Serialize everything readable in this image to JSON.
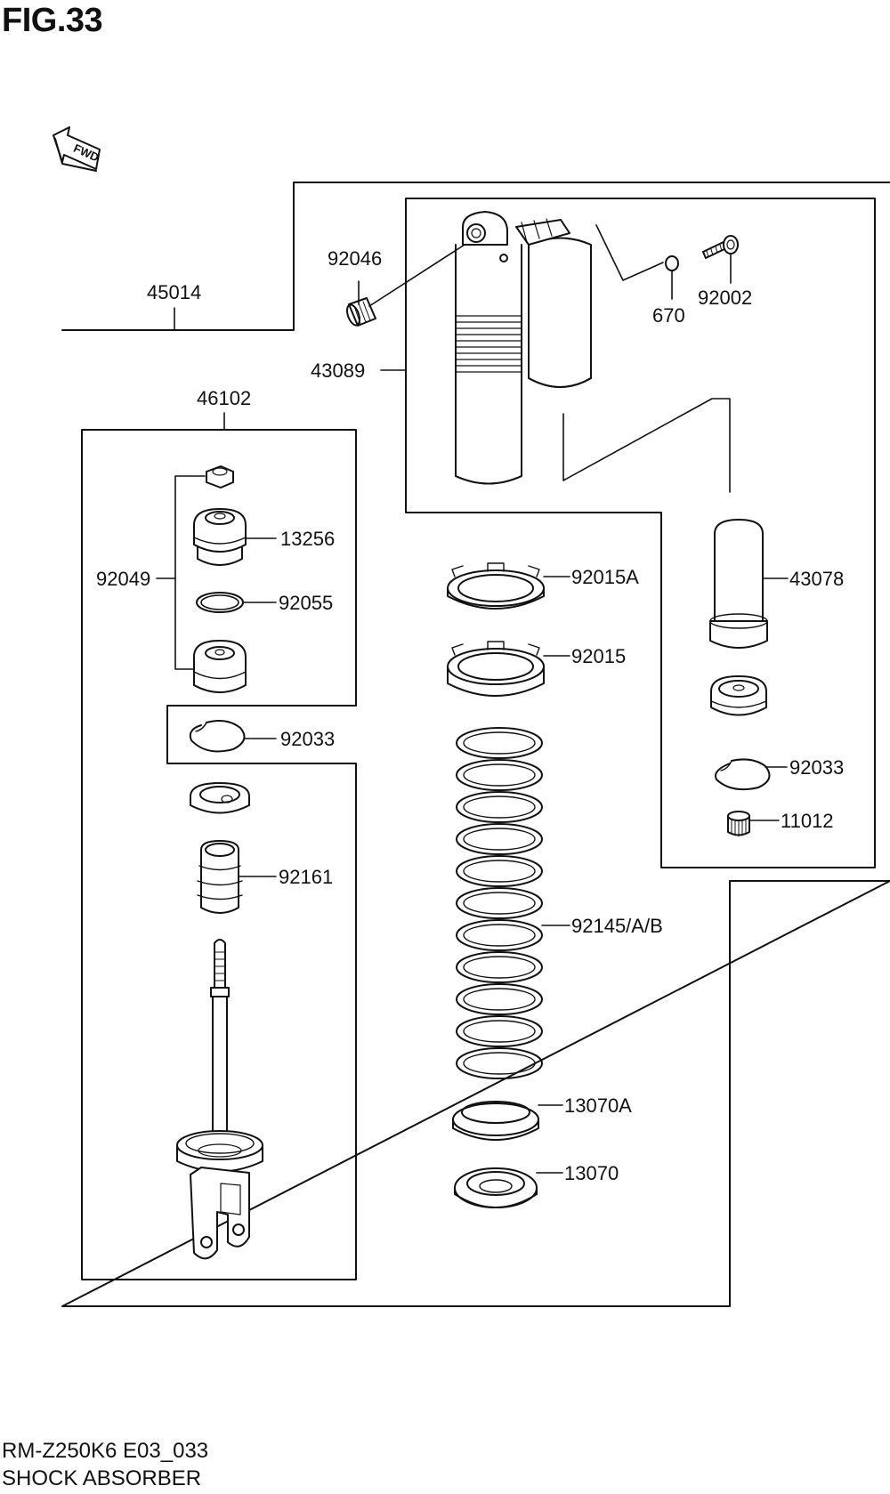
{
  "figure": {
    "title": "FIG.33"
  },
  "orientation": {
    "forward_label": "FWD"
  },
  "footer": {
    "model_code": "RM-Z250K6 E03_033",
    "section_name": "SHOCK ABSORBER"
  },
  "parts": {
    "p45014": "45014",
    "p46102": "46102",
    "p92046": "92046",
    "p43089": "43089",
    "p670": "670",
    "p92002": "92002",
    "p13256": "13256",
    "p92049": "92049",
    "p92055": "92055",
    "p92033_left": "92033",
    "p92161": "92161",
    "p92015A": "92015A",
    "p92015": "92015",
    "p43078": "43078",
    "p92033_right": "92033",
    "p11012": "11012",
    "p92145": "92145/A/B",
    "p13070A": "13070A",
    "p13070": "13070"
  }
}
